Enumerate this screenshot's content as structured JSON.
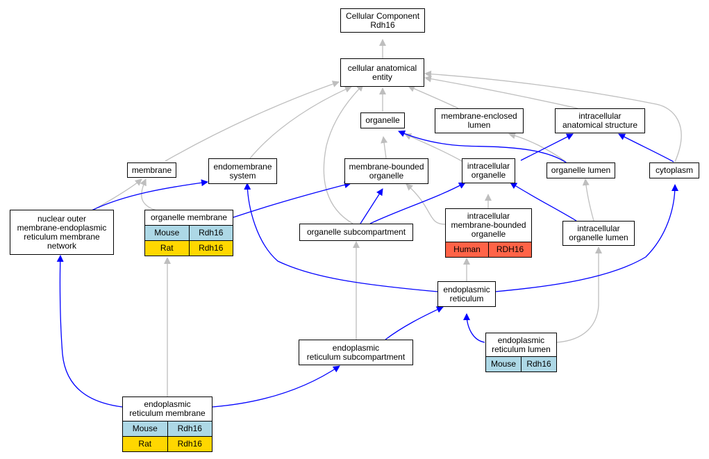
{
  "colors": {
    "is_a_edge": "#bebebe",
    "part_of_edge": "#0000ff",
    "mouse": "#add8e6",
    "rat": "#ffd700",
    "human": "#ff6347"
  },
  "nodes": {
    "cc_root": {
      "label": "Cellular Component\nRdh16"
    },
    "cae": {
      "label": "cellular anatomical\nentity"
    },
    "organelle": {
      "label": "organelle"
    },
    "mel": {
      "label": "membrane-enclosed\nlumen"
    },
    "ias": {
      "label": "intracellular\nanatomical structure"
    },
    "membrane": {
      "label": "membrane"
    },
    "endo": {
      "label": "endomembrane\nsystem"
    },
    "mbo": {
      "label": "membrane-bounded\norganelle"
    },
    "io": {
      "label": "intracellular\norganelle"
    },
    "olumen": {
      "label": "organelle lumen"
    },
    "cyto": {
      "label": "cytoplasm"
    },
    "nomerm": {
      "label": "nuclear outer\nmembrane-endoplasmic\nreticulum membrane\nnetwork"
    },
    "omem": {
      "label": "organelle membrane",
      "rows": [
        [
          "Mouse",
          "Rdh16"
        ],
        [
          "Rat",
          "Rdh16"
        ]
      ]
    },
    "osub": {
      "label": "organelle subcompartment"
    },
    "imbo": {
      "label": "intracellular\nmembrane-bounded\norganelle",
      "rows": [
        [
          "Human",
          "RDH16"
        ]
      ]
    },
    "iol": {
      "label": "intracellular\norganelle lumen"
    },
    "er": {
      "label": "endoplasmic\nreticulum"
    },
    "ersub": {
      "label": "endoplasmic\nreticulum subcompartment"
    },
    "erl": {
      "label": "endoplasmic\nreticulum lumen",
      "rows": [
        [
          "Mouse",
          "Rdh16"
        ]
      ]
    },
    "erm": {
      "label": "endoplasmic\nreticulum membrane",
      "rows": [
        [
          "Mouse",
          "Rdh16"
        ],
        [
          "Rat",
          "Rdh16"
        ]
      ]
    }
  }
}
